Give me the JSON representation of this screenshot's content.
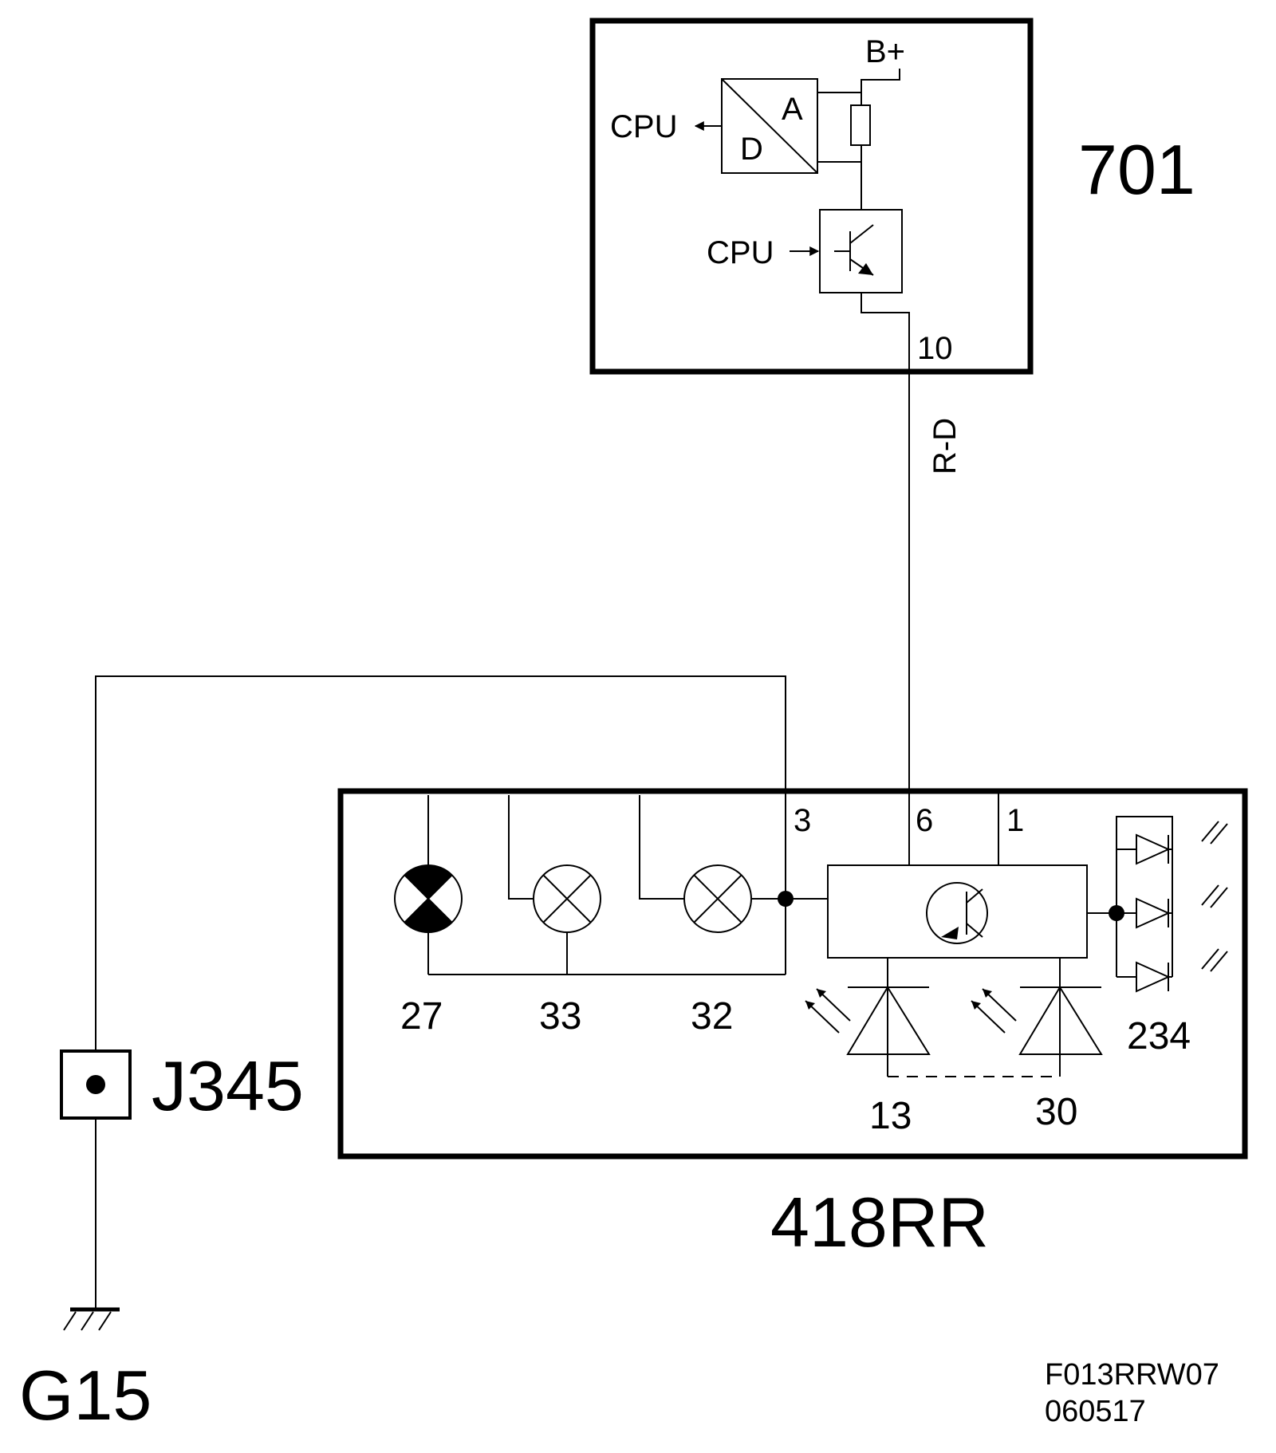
{
  "module_top": {
    "id": "701",
    "supply_label": "B+",
    "adc_out_label": "CPU",
    "adc_analog_label": "A",
    "adc_digital_label": "D",
    "driver_in_label": "CPU",
    "pin_label": "10"
  },
  "wire_label": "R-D",
  "module_bottom": {
    "id": "418RR",
    "pin_labels": {
      "p3": "3",
      "p6": "6",
      "p1": "1"
    },
    "bulb_labels": {
      "b27": "27",
      "b33": "33",
      "b32": "32"
    },
    "photodiode_labels": {
      "d13": "13",
      "d30": "30"
    },
    "led_array_label": "234"
  },
  "connector_label": "J345",
  "ground_label": "G15",
  "drawing_code": {
    "line1": "F013RRW07",
    "line2": "060517"
  }
}
